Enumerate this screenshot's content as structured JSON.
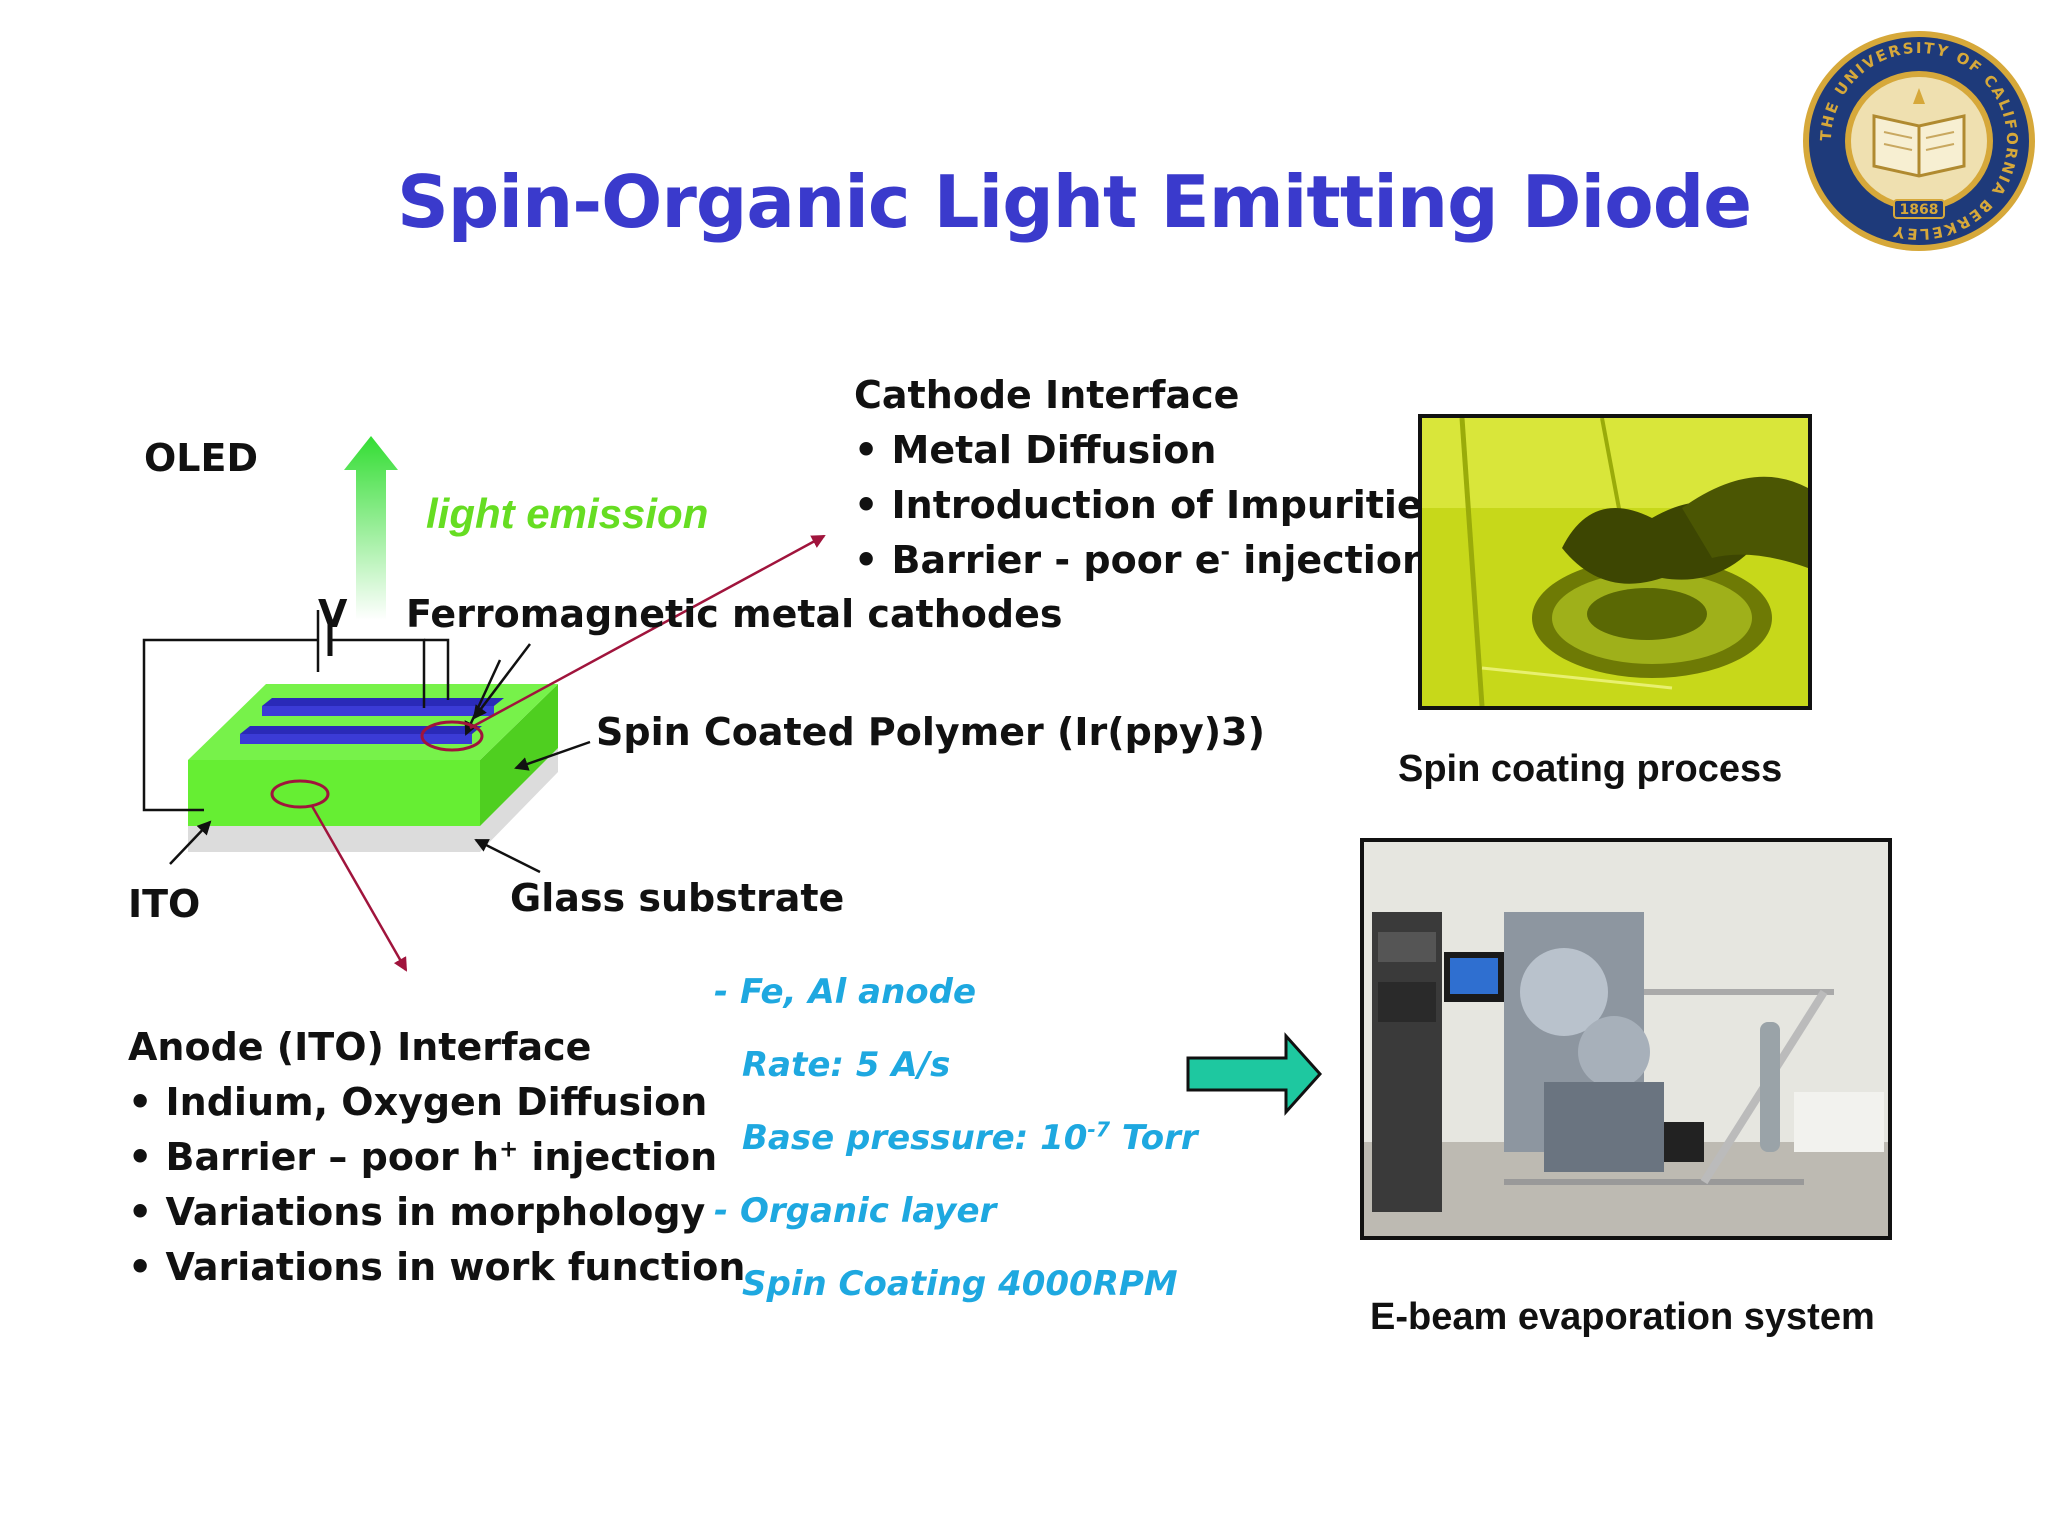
{
  "title": "Spin-Organic Light Emitting Diode",
  "diagram": {
    "oled_label": "OLED",
    "light_emission": "light emission",
    "voltage_label": "V",
    "cathodes_label": "Ferromagnetic metal cathodes",
    "polymer_label": "Spin Coated Polymer (Ir(ppy)3)",
    "ito_label": "ITO",
    "glass_label": "Glass substrate",
    "colors": {
      "polymer": "#66ee33",
      "cathode": "#3b3bd6",
      "ito": "#8a8a8a",
      "glass": "#dcdcdc",
      "pointer": "#a0143c"
    }
  },
  "cathode_interface": {
    "heading": "Cathode Interface",
    "items": [
      "Metal Diffusion",
      "Introduction of Impurities"
    ],
    "item3_prefix": "Barrier - poor e",
    "item3_sup": "-",
    "item3_suffix": " injection"
  },
  "anode_interface": {
    "heading": "Anode (ITO) Interface",
    "item1": "Indium, Oxygen Diffusion",
    "item2_prefix": "Barrier – poor h",
    "item2_sup": "+",
    "item2_suffix": " injection",
    "item3": "Variations in morphology",
    "item4": "Variations in work function"
  },
  "process": {
    "line1": "- Fe, Al anode",
    "line2": "Rate: 5 A/s",
    "line3_prefix": "Base pressure: 10",
    "line3_sup": "-7",
    "line3_suffix": " Torr",
    "line4": "- Organic layer",
    "line5": "Spin Coating 4000RPM"
  },
  "photos": {
    "spin_caption": "Spin coating process",
    "ebeam_caption": "E-beam evaporation system"
  },
  "logo": {
    "ring_text": "THE UNIVERSITY OF CALIFORNIA BERKELEY",
    "year": "1868",
    "colors": {
      "ring": "#1e3a7a",
      "gold": "#d6a83a"
    }
  },
  "arrow_color": "#1ec8a0"
}
